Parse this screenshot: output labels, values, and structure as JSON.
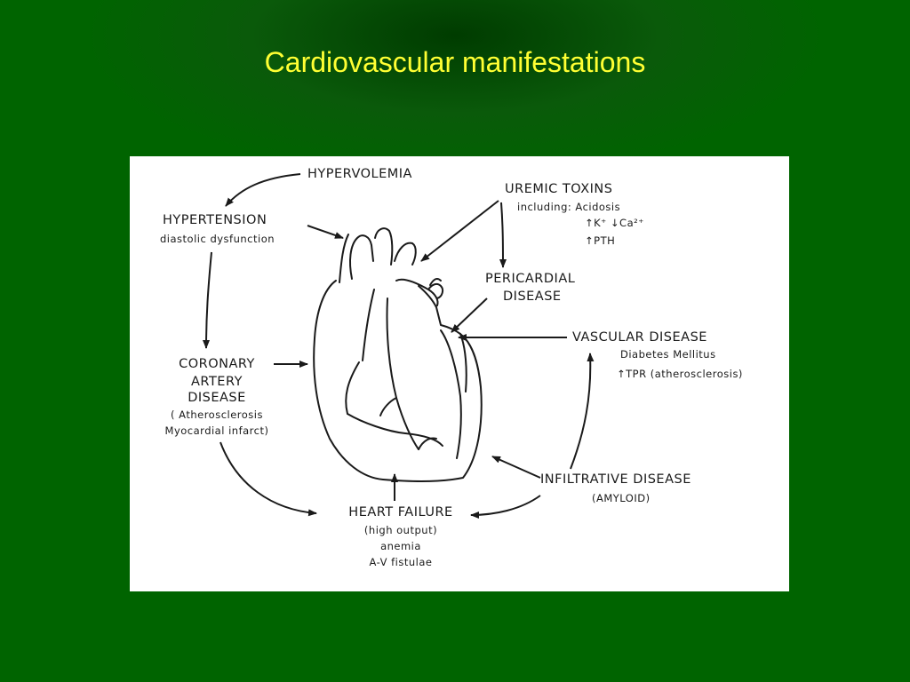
{
  "title": "Cardiovascular manifestations",
  "labels": {
    "hypervolemia": "HYPERVOLEMIA",
    "hypertension": "HYPERTENSION",
    "hypertension_sub": "diastolic dysfunction",
    "uremic_toxins": "UREMIC TOXINS",
    "uremic_sub1": "including: Acidosis",
    "uremic_sub2": "↑K⁺ ↓Ca²⁺",
    "uremic_sub3": "↑PTH",
    "pericardial_1": "PERICARDIAL",
    "pericardial_2": "DISEASE",
    "vascular": "VASCULAR DISEASE",
    "vascular_sub1": "Diabetes Mellitus",
    "vascular_sub2": "↑TPR (atherosclerosis)",
    "coronary_1": "CORONARY",
    "coronary_2": "ARTERY",
    "coronary_3": "DISEASE",
    "coronary_sub1": "( Atherosclerosis",
    "coronary_sub2": "Myocardial infarct)",
    "infiltrative": "INFILTRATIVE DISEASE",
    "infiltrative_sub": "(AMYLOID)",
    "heart_failure": "HEART FAILURE",
    "hf_sub1": "(high output)",
    "hf_sub2": "anemia",
    "hf_sub3": "A-V fistulae"
  },
  "colors": {
    "background": "#006400",
    "title": "#ffff33",
    "panel": "#ffffff",
    "ink": "#1a1a1a"
  }
}
